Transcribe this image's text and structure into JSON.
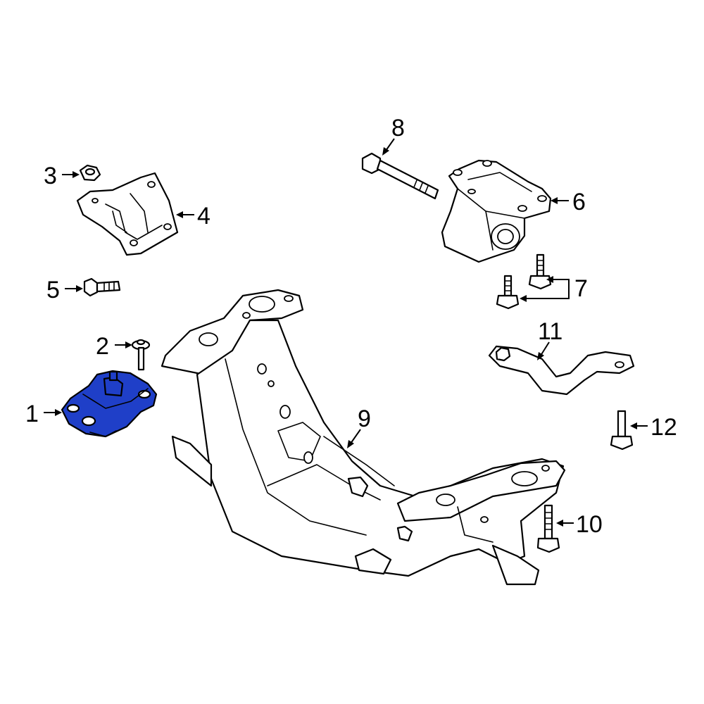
{
  "highlight_color": "#1f3fc8",
  "callouts": [
    {
      "id": "1",
      "text": "1"
    },
    {
      "id": "2",
      "text": "2"
    },
    {
      "id": "3",
      "text": "3"
    },
    {
      "id": "4",
      "text": "4"
    },
    {
      "id": "5",
      "text": "5"
    },
    {
      "id": "6",
      "text": "6"
    },
    {
      "id": "7",
      "text": "7"
    },
    {
      "id": "8",
      "text": "8"
    },
    {
      "id": "9",
      "text": "9"
    },
    {
      "id": "10",
      "text": "10"
    },
    {
      "id": "11",
      "text": "11"
    },
    {
      "id": "12",
      "text": "12"
    }
  ]
}
